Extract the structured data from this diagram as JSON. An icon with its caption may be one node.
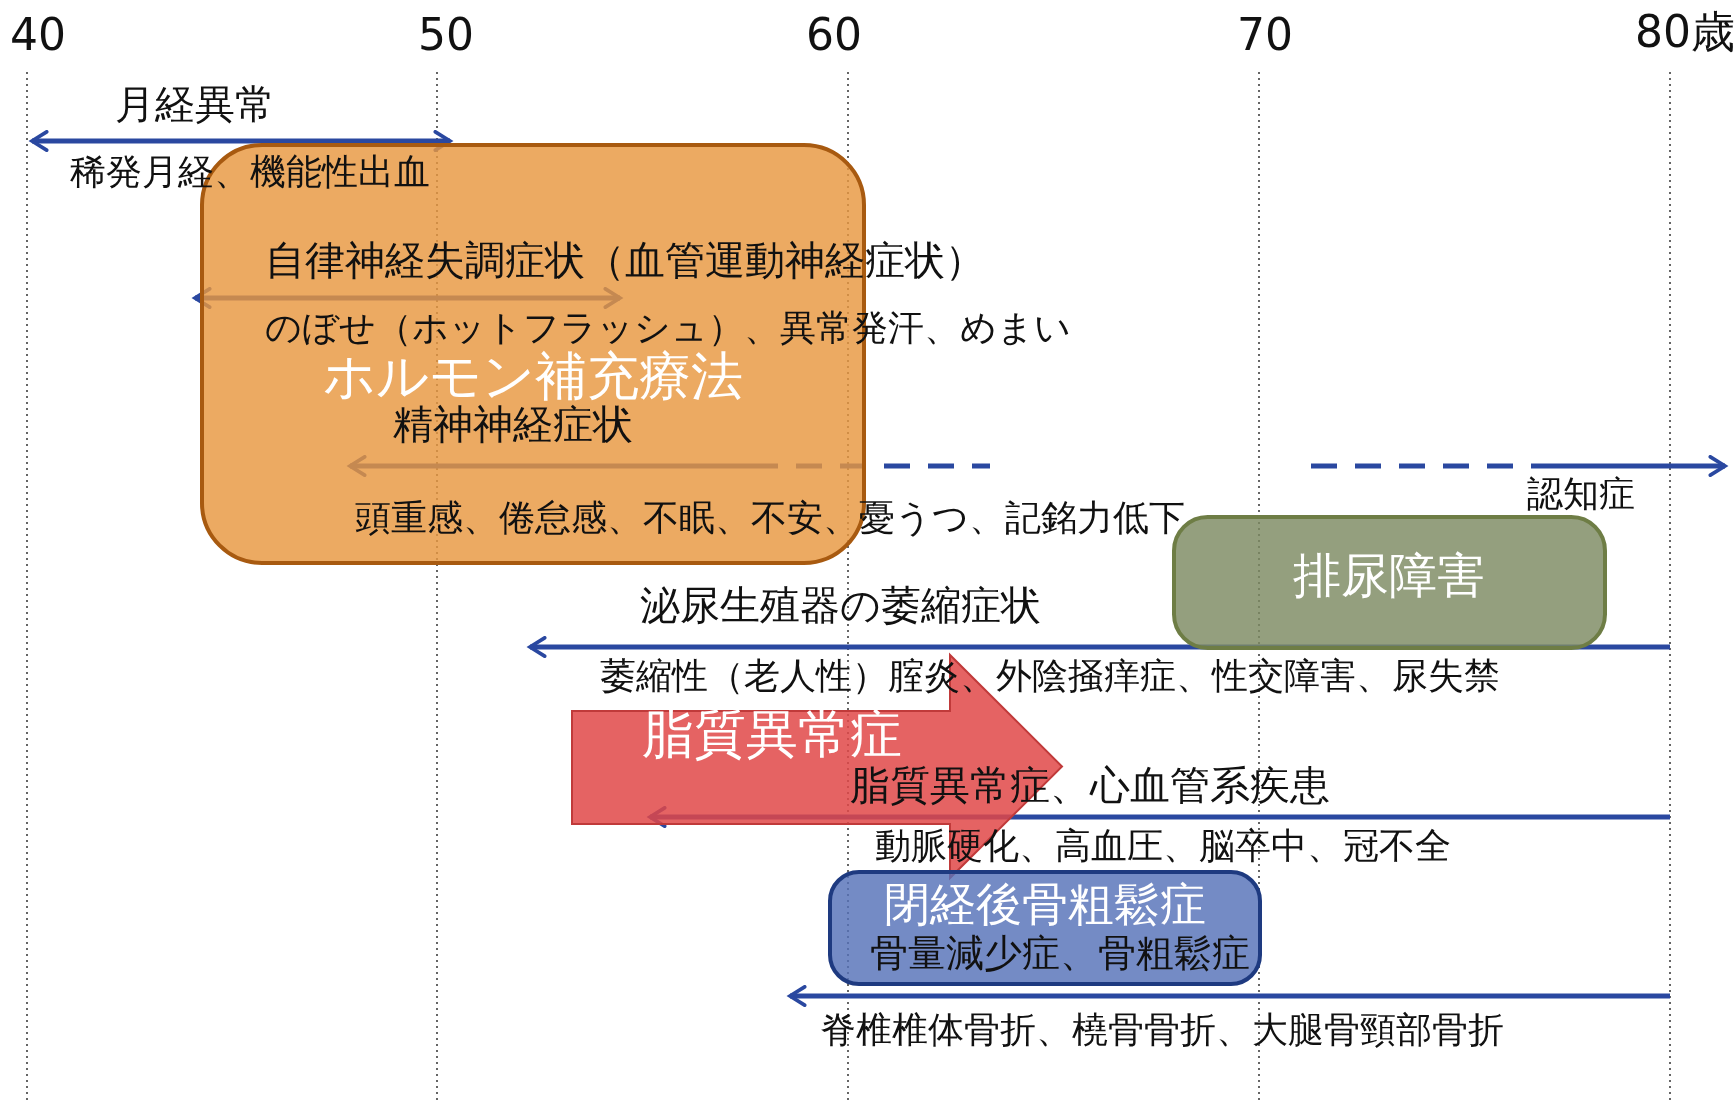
{
  "diagram": {
    "nodes": [
      {
        "text": [
          "ホルモン補充療法"
        ]
      },
      {
        "text": [
          "排尿障害"
        ]
      },
      {
        "text": [
          "脂質異常症"
        ]
      },
      {
        "text": [
          "閉経後骨粗鬆症"
        ]
      }
    ],
    "labels": [
      "40",
      "50",
      "60",
      "70",
      "80歳",
      "月経異常",
      "稀発月経、機能性出血",
      "自律神経失調症状（血管運動神経症状）",
      "のぼせ（ホットフラッシュ）、異常発汗、めまい",
      "精神神経症状",
      "認知症",
      "頭重感、倦怠感、不眠、不安、憂うつ、記銘力低下",
      "泌尿生殖器の萎縮症状",
      "萎縮性（老人性）腟炎、外陰掻痒症、性交障害、尿失禁",
      "脂質異常症、心血管系疾患",
      "動脈硬化、高血圧、脳卒中、冠不全",
      "骨量減少症、骨粗鬆症",
      "脊椎椎体骨折、橈骨骨折、大腿骨頸部骨折"
    ]
  }
}
